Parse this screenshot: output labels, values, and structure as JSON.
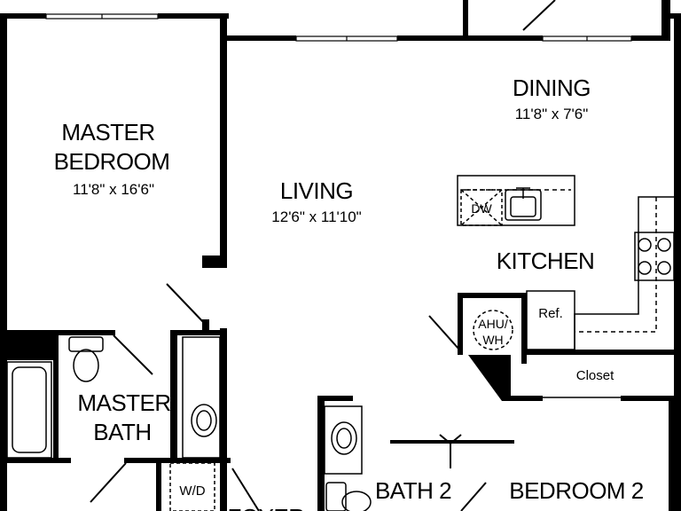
{
  "rooms": {
    "master_bedroom": {
      "line1": "MASTER",
      "line2": "BEDROOM",
      "size": "11'8\" x 16'6\""
    },
    "living": {
      "name": "LIVING",
      "size": "12'6\" x 11'10\""
    },
    "dining": {
      "name": "DINING",
      "size": "11'8\" x 7'6\""
    },
    "kitchen": {
      "name": "KITCHEN"
    },
    "master_bath": {
      "line1": "MASTER",
      "line2": "BATH"
    },
    "bath_2": {
      "name": "BATH 2"
    },
    "bedroom_2": {
      "name": "BEDROOM 2"
    },
    "foyer": {
      "name": "FOYER"
    },
    "closet": {
      "name": "Closet"
    }
  },
  "fixtures": {
    "dishwasher": "DW",
    "refrigerator": "Ref.",
    "ahu_line1": "AHU/",
    "ahu_line2": "WH",
    "washer_dryer": "W/D"
  },
  "colors": {
    "wall": "#000000",
    "fixture": "#000000",
    "background": "#ffffff"
  }
}
